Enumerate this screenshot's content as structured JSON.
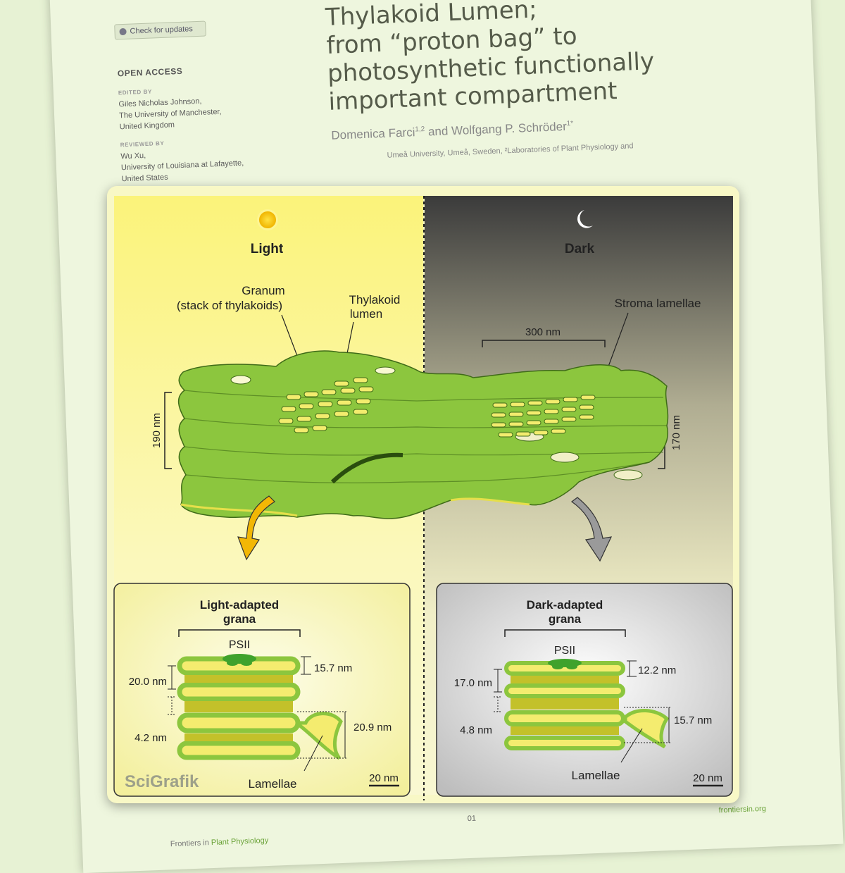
{
  "paper": {
    "update_badge": "Check for updates",
    "open_access": "OPEN ACCESS",
    "edited_by_label": "EDITED BY",
    "editor": [
      "Giles Nicholas Johnson,",
      "The University of Manchester,",
      "United Kingdom"
    ],
    "reviewed_by_label": "REVIEWED BY",
    "reviewer": [
      "Wu Xu,",
      "University of Louisiana at Lafayette,",
      "United States"
    ],
    "title_lines": [
      "Thylakoid Lumen;",
      "from “proton bag” to",
      "photosynthetic functionally",
      "important compartment"
    ],
    "author1": "Domenica Farci",
    "author1_sup": "1,2",
    "author_and": " and Wolfgang P. Schröder",
    "author2_sup": "1*",
    "affiliation": "Umeå University, Umeå, Sweden, ²Laboratories of Plant Physiology and",
    "page_number": "01",
    "journal_prefix": "Frontiers in ",
    "journal_name": "Plant Physiology",
    "site": "frontiersin.org"
  },
  "figure": {
    "light_title": "Light",
    "dark_title": "Dark",
    "granum_label": [
      "Granum",
      "(stack of thylakoids)"
    ],
    "lumen_label": [
      "Thylakoid",
      "lumen"
    ],
    "stroma_label": "Stroma lamellae",
    "dark_width": "300 nm",
    "light_height": "190 nm",
    "dark_height": "170 nm",
    "colors": {
      "membrane": "#8cc63e",
      "lumen": "#f0ea6a",
      "sun": "#f5c400",
      "light_arrow": "#f2b705",
      "dark_arrow": "#9a9a9a"
    },
    "light_panel": {
      "title": [
        "Light-adapted",
        "grana"
      ],
      "psii": "PSII",
      "repeat": "20.0 nm",
      "thylakoid": "15.7 nm",
      "gap": "4.2 nm",
      "swollen": "20.9 nm",
      "lamellae": "Lamellae",
      "scale": "20 nm",
      "logo": "SciGrafik"
    },
    "dark_panel": {
      "title": [
        "Dark-adapted",
        "grana"
      ],
      "psii": "PSII",
      "repeat": "17.0 nm",
      "thylakoid": "12.2 nm",
      "gap": "4.8 nm",
      "swollen": "15.7 nm",
      "lamellae": "Lamellae",
      "scale": "20 nm"
    }
  }
}
